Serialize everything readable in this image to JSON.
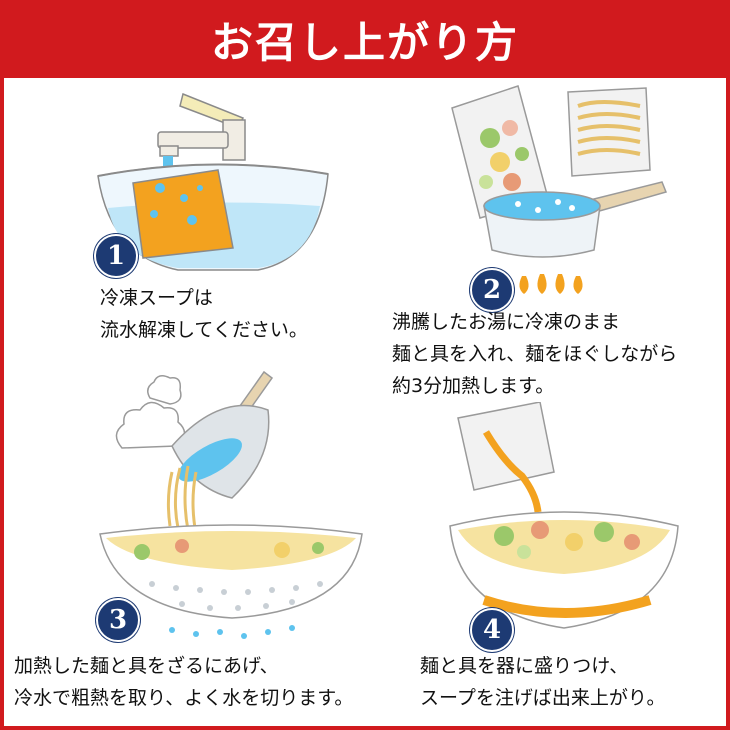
{
  "header": {
    "title": "お召し上がり方"
  },
  "colors": {
    "brand_red": "#d11a1e",
    "badge_navy": "#1d3a73",
    "water_blue": "#5ec3ee",
    "soup_orange": "#f3a21f"
  },
  "steps": [
    {
      "number": "1",
      "lines": [
        "冷凍スープは",
        "流水解凍してください。"
      ]
    },
    {
      "number": "2",
      "lines": [
        "沸騰したお湯に冷凍のまま",
        "麺と具を入れ、麺をほぐしながら",
        "約3分加熱します。"
      ]
    },
    {
      "number": "3",
      "lines": [
        "加熱した麺と具をざるにあげ、",
        "冷水で粗熱を取り、よく水を切ります。"
      ]
    },
    {
      "number": "4",
      "lines": [
        "麺と具を器に盛りつけ、",
        "スープを注げば出来上がり。"
      ]
    }
  ]
}
